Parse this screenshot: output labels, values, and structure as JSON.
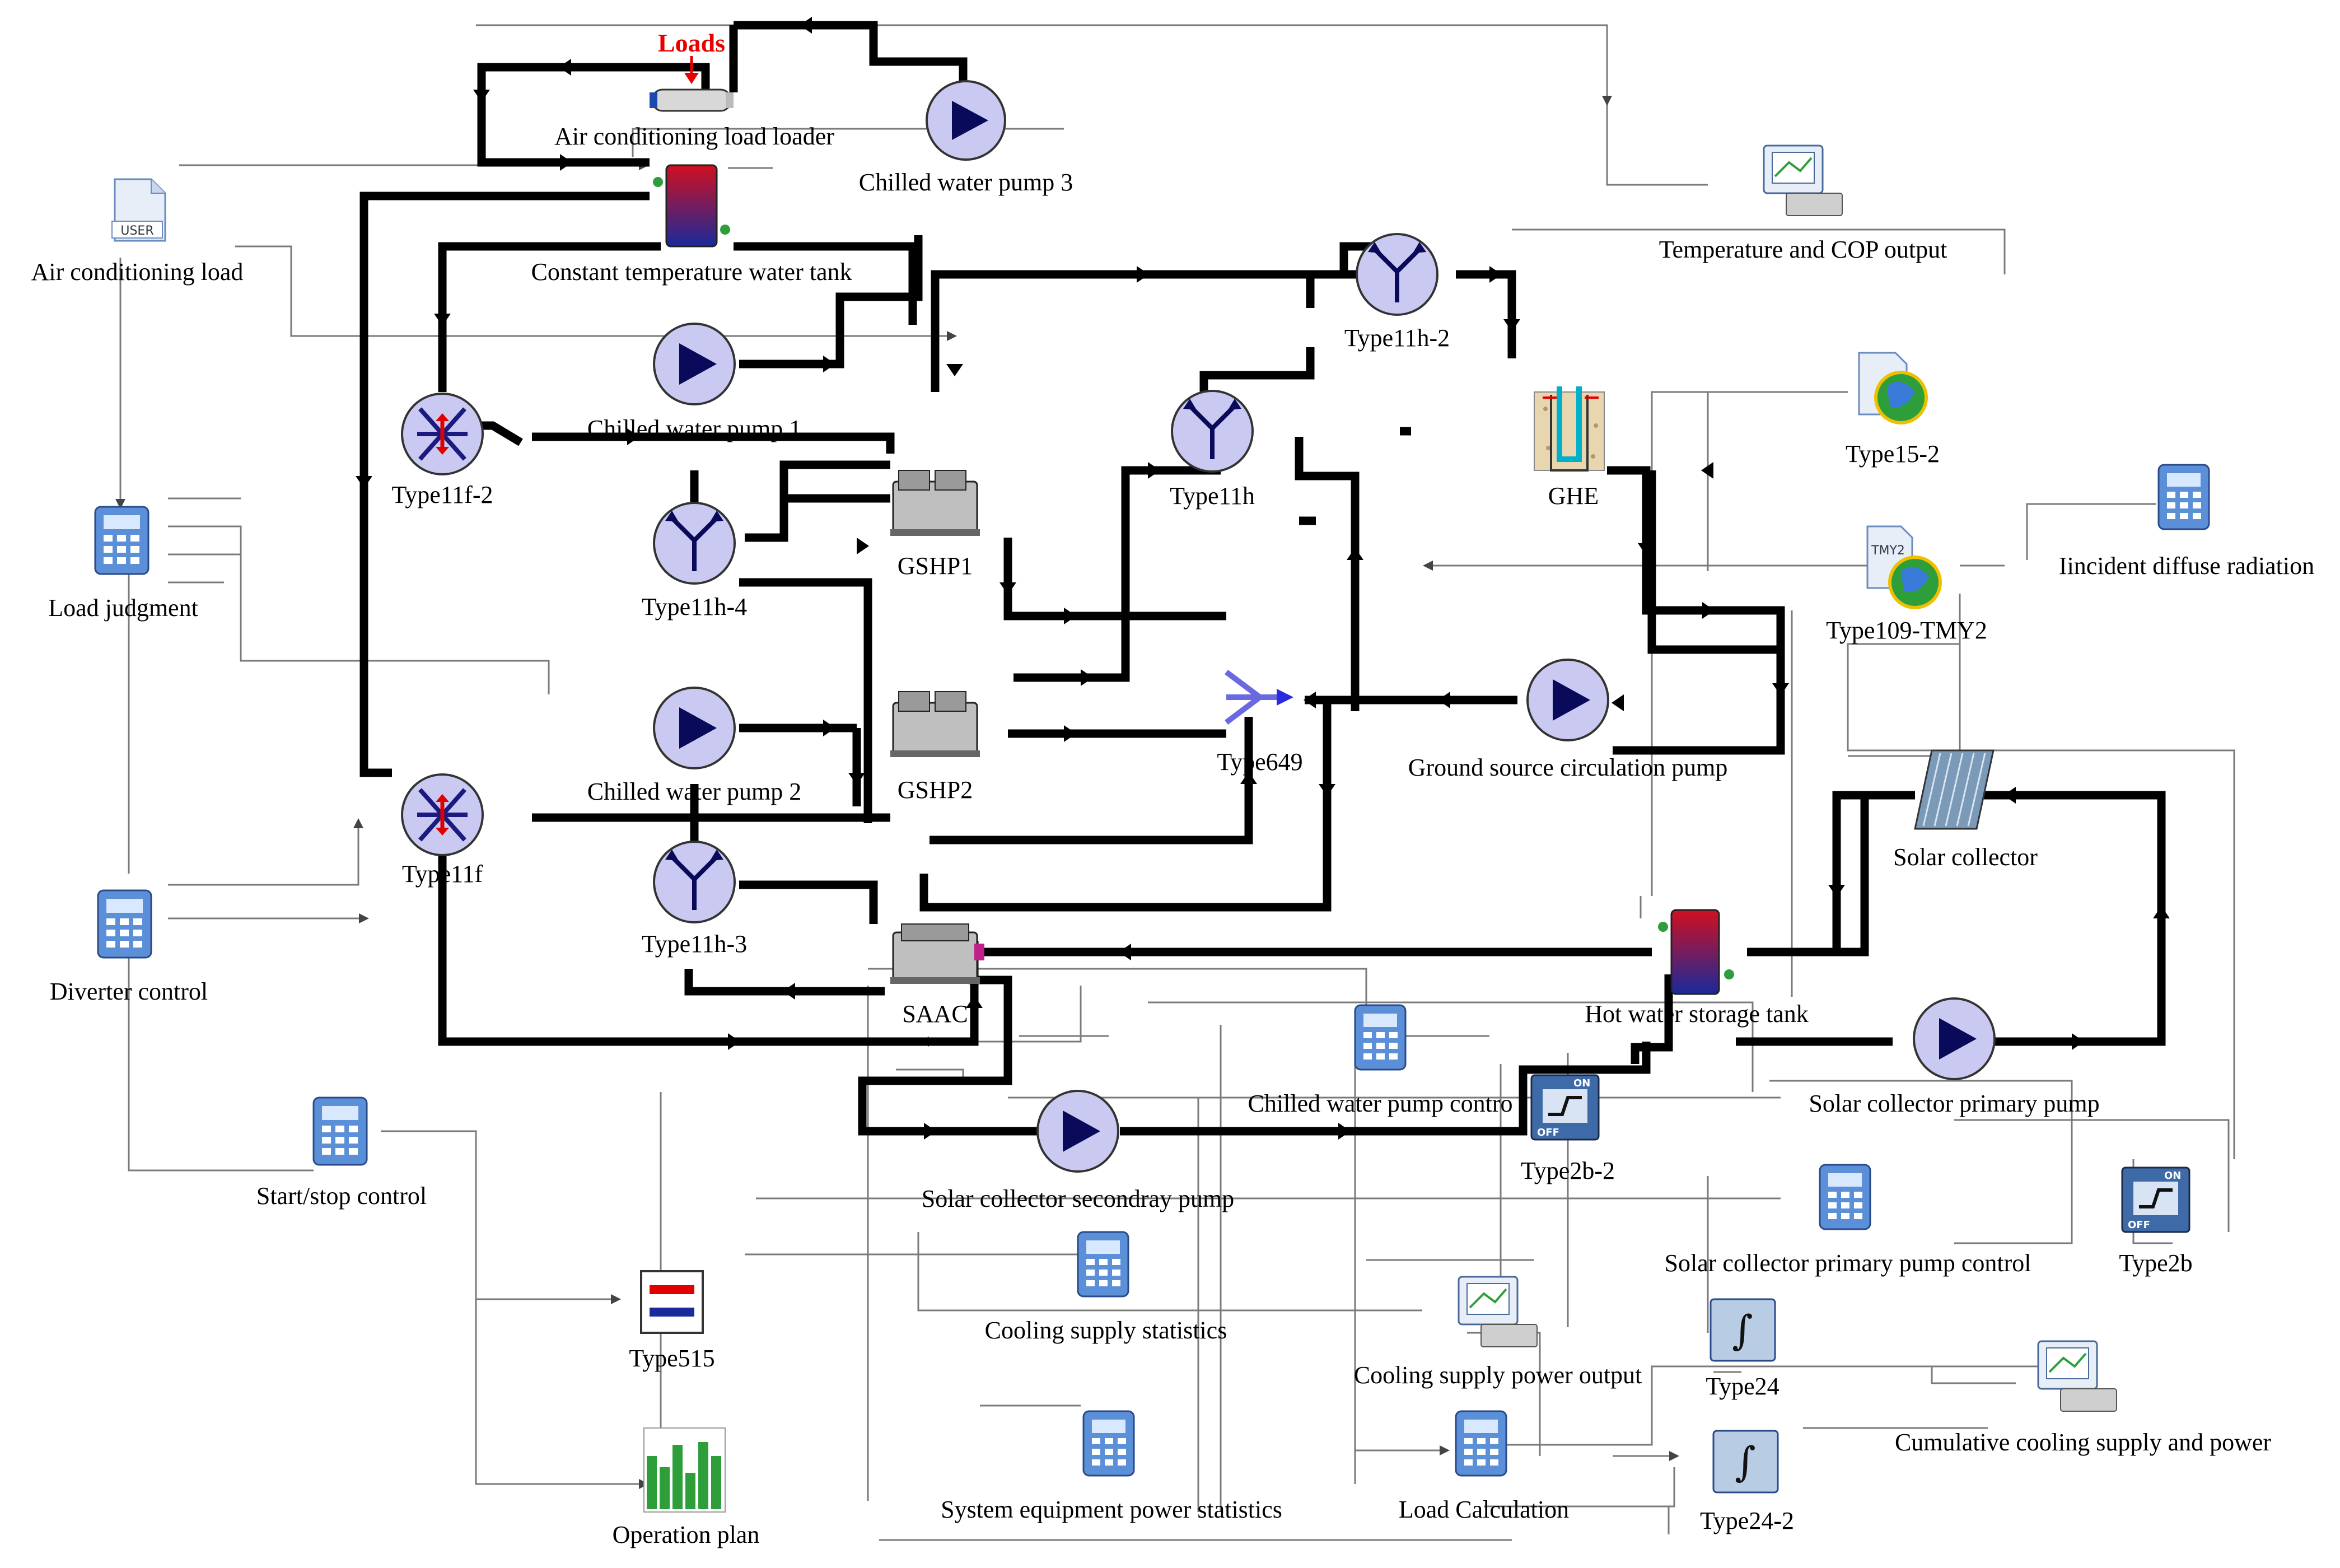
{
  "loads_badge": "Loads",
  "components": {
    "ac_load_loader": {
      "label": "Air conditioning load loader",
      "icon": "load-loader-pipe-icon"
    },
    "chilled_pump_3": {
      "label": "Chilled water pump 3",
      "icon": "pump-icon"
    },
    "ac_load": {
      "label": "Air conditioning load",
      "icon": "user-data-file-icon",
      "badge": "USER"
    },
    "const_temp_tank": {
      "label": "Constant temperature water tank",
      "icon": "storage-tank-icon"
    },
    "chilled_pump_1": {
      "label": "Chilled water pump 1",
      "icon": "pump-icon"
    },
    "chilled_pump_2": {
      "label": "Chilled water pump 2",
      "icon": "pump-icon"
    },
    "type11f2": {
      "label": "Type11f-2",
      "icon": "flow-diverter-icon"
    },
    "type11f": {
      "label": "Type11f",
      "icon": "flow-diverter-icon"
    },
    "type11h4": {
      "label": "Type11h-4",
      "icon": "tee-mixer-icon"
    },
    "type11h3": {
      "label": "Type11h-3",
      "icon": "tee-mixer-icon"
    },
    "type11h": {
      "label": "Type11h",
      "icon": "tee-mixer-icon"
    },
    "type11h2": {
      "label": "Type11h-2",
      "icon": "tee-mixer-icon"
    },
    "gshp1": {
      "label": "GSHP1",
      "icon": "heat-pump-icon"
    },
    "gshp2": {
      "label": "GSHP2",
      "icon": "heat-pump-icon"
    },
    "saac": {
      "label": "SAAC",
      "icon": "absorption-chiller-icon"
    },
    "load_judgment": {
      "label": "Load judgment",
      "icon": "calculator-icon"
    },
    "diverter_control": {
      "label": "Diverter control",
      "icon": "calculator-icon"
    },
    "start_stop": {
      "label": "Start/stop control",
      "icon": "calculator-icon"
    },
    "type515": {
      "label": "Type515",
      "icon": "controller-icon"
    },
    "operation_plan": {
      "label": "Operation plan",
      "icon": "bar-schedule-icon"
    },
    "temp_cop_output": {
      "label": "Temperature and COP output",
      "icon": "printer-plotter-icon"
    },
    "type15_2": {
      "label": "Type15-2",
      "icon": "weather-globe-icon"
    },
    "ghe": {
      "label": "GHE",
      "icon": "ground-heat-exchanger-icon"
    },
    "diffuse_rad": {
      "label": "Iincident diffuse radiation",
      "icon": "calculator-icon"
    },
    "type109": {
      "label": "Type109-TMY2",
      "icon": "weather-globe-icon",
      "badge": "TMY2"
    },
    "type649": {
      "label": "Type649",
      "icon": "mixing-valve-icon"
    },
    "gs_circ_pump": {
      "label": "Ground source circulation pump",
      "icon": "pump-icon"
    },
    "solar_collector": {
      "label": "Solar collector",
      "icon": "solar-panel-icon"
    },
    "hw_storage_tank": {
      "label": "Hot water storage tank",
      "icon": "storage-tank-icon"
    },
    "sc_primary_pump": {
      "label": "Solar collector primary pump",
      "icon": "pump-icon"
    },
    "chilled_pump_control": {
      "label": "Chilled water pump contro",
      "icon": "calculator-icon"
    },
    "type2b2": {
      "label": "Type2b-2",
      "icon": "on-off-controller-icon"
    },
    "sc_secondary_pump": {
      "label": "Solar collector secondray pump",
      "icon": "pump-icon"
    },
    "sc_primary_control": {
      "label": "Solar collector primary pump control",
      "icon": "calculator-icon"
    },
    "type2b": {
      "label": "Type2b",
      "icon": "on-off-controller-icon"
    },
    "cooling_stats": {
      "label": "Cooling supply statistics",
      "icon": "calculator-icon"
    },
    "cooling_power_out": {
      "label": "Cooling supply power output",
      "icon": "printer-plotter-icon"
    },
    "type24": {
      "label": "Type24",
      "icon": "integrator-icon"
    },
    "cumulative": {
      "label": "Cumulative cooling supply and power",
      "icon": "printer-plotter-icon"
    },
    "sys_power_stats": {
      "label": "System equipment power statistics",
      "icon": "calculator-icon"
    },
    "load_calc": {
      "label": "Load Calculation",
      "icon": "calculator-icon"
    },
    "type24_2": {
      "label": "Type24-2",
      "icon": "integrator-icon"
    }
  },
  "colors": {
    "pump_fill": "#c9c9f2",
    "pump_arrow": "#0a0a5a",
    "pipe": "#000000",
    "signal": "#7a7a7a",
    "loads_text": "#e60000",
    "diverter_red": "#e00000",
    "diverter_blue": "#1a1a80",
    "tank_top": "#d01020",
    "tank_bottom": "#1a2a9a",
    "calc_blue": "#5b8fd8",
    "controller_blue": "#2a4a8a",
    "globe_green": "#2e9e3a"
  }
}
